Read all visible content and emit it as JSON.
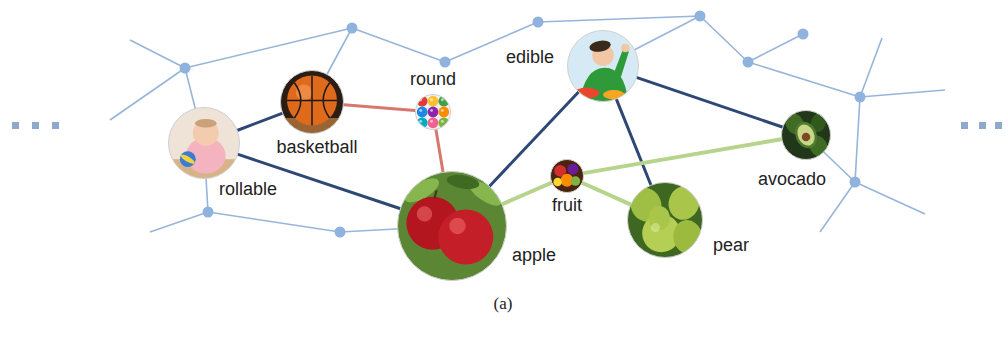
{
  "diagram": {
    "caption": "(a)",
    "nodes": [
      {
        "text": [
          "round"
        ]
      },
      {
        "text": [
          "edible"
        ]
      },
      {
        "text": [
          "basketball"
        ]
      },
      {
        "text": [
          "avocado"
        ]
      },
      {
        "text": [
          "rollable"
        ]
      },
      {
        "text": [
          "fruit"
        ]
      },
      {
        "text": [
          "apple"
        ]
      },
      {
        "text": [
          "pear"
        ]
      }
    ],
    "edges": [
      {
        "from": 4,
        "to": 2,
        "arrow": "none"
      },
      {
        "from": 4,
        "to": 6,
        "arrow": "none"
      },
      {
        "from": 2,
        "to": 0,
        "arrow": "none"
      },
      {
        "from": 0,
        "to": 6,
        "arrow": "none"
      },
      {
        "from": 1,
        "to": 6,
        "arrow": "none"
      },
      {
        "from": 1,
        "to": 7,
        "arrow": "none"
      },
      {
        "from": 1,
        "to": 3,
        "arrow": "none"
      },
      {
        "from": 5,
        "to": 6,
        "arrow": "none"
      },
      {
        "from": 5,
        "to": 7,
        "arrow": "none"
      },
      {
        "from": 5,
        "to": 3,
        "arrow": "none"
      }
    ]
  }
}
